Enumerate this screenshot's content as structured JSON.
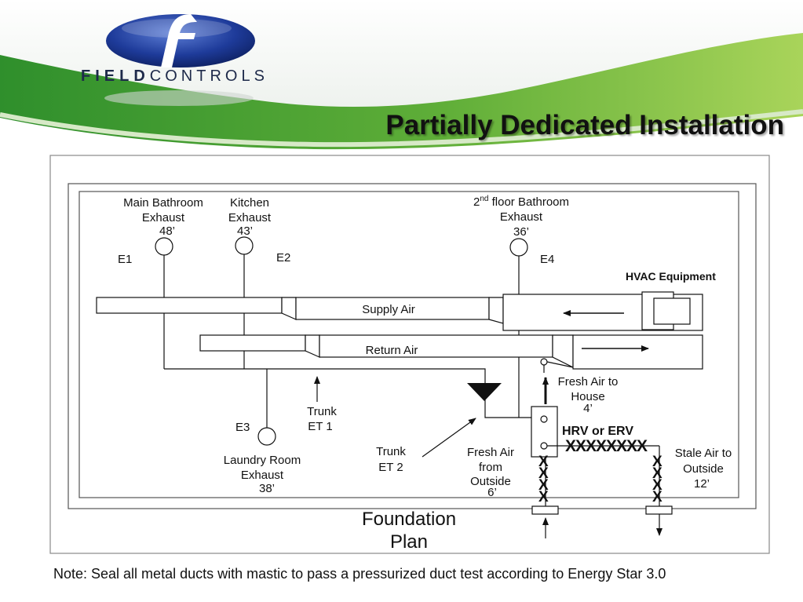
{
  "brand": {
    "name_bold": "FIELD",
    "name_light": "CONTROLS",
    "logo_letter": "f"
  },
  "slide": {
    "title": "Partially Dedicated Installation"
  },
  "diagram": {
    "main_bath": {
      "line1": "Main Bathroom",
      "line2": "Exhaust",
      "length": "48’",
      "code": "E1"
    },
    "kitchen": {
      "line1": "Kitchen",
      "line2": "Exhaust",
      "length": "43’",
      "code": "E2"
    },
    "second_floor_bath": {
      "line1_pre": "2",
      "line1_sup": "nd",
      "line1_post": " floor Bathroom",
      "line2": "Exhaust",
      "length": "36’",
      "code": "E4"
    },
    "laundry": {
      "code": "E3",
      "line1": "Laundry Room",
      "line2": "Exhaust",
      "length": "38’"
    },
    "hvac_label": "HVAC Equipment",
    "supply_air": "Supply Air",
    "return_air": "Return Air",
    "trunk_et1": {
      "line1": "Trunk",
      "line2": "ET 1"
    },
    "trunk_et2": {
      "line1": "Trunk",
      "line2": "ET 2"
    },
    "fresh_air_house": {
      "line1": "Fresh Air to",
      "line2": "House",
      "length": "4’"
    },
    "hrv_label": "HRV or ERV",
    "fresh_air_outside": {
      "line1": "Fresh Air",
      "line2": "from",
      "line3": "Outside",
      "length": "6’"
    },
    "stale_air": {
      "line1": "Stale Air to",
      "line2": "Outside",
      "length": "12’"
    },
    "foundation": {
      "line1": "Foundation",
      "line2": "Plan"
    },
    "xmarks": "XXXXXXXX"
  },
  "note": "Note: Seal all metal ducts with mastic to pass a pressurized duct test according to Energy Star 3.0"
}
